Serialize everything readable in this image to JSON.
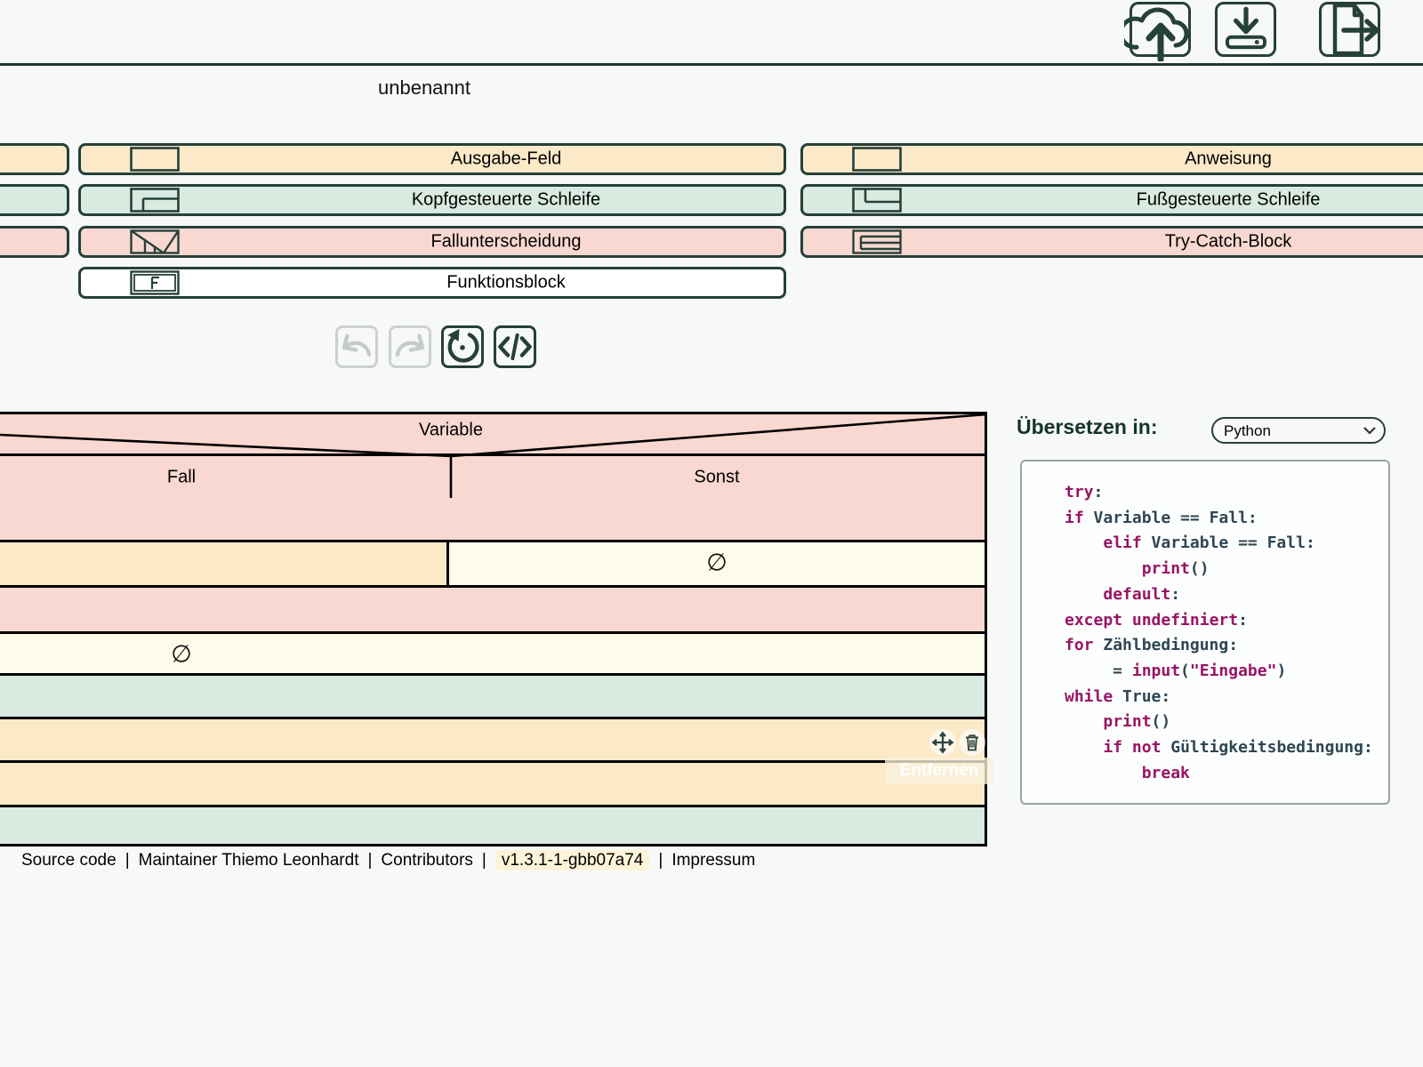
{
  "colors": {
    "accent_dark": "#26403a",
    "band_pink": "#f8d8d0",
    "band_orange": "#fbe9c8",
    "band_green": "#d9eae0",
    "band_cream": "#fdfbe9",
    "keyword": "#991465",
    "code_text": "#2e4653",
    "version_highlight": "#fdf3d8"
  },
  "header": {
    "title": "unbenannt",
    "actions": [
      {
        "icon": "cloud-upload-icon"
      },
      {
        "icon": "download-icon"
      },
      {
        "icon": "file-export-icon"
      }
    ]
  },
  "palette": {
    "left_fragments": [
      {
        "color": "#fbe9c8"
      },
      {
        "color": "#d9eae0"
      },
      {
        "color": "#f8d8d0"
      }
    ],
    "middle": [
      {
        "label": "Ausgabe-Feld",
        "color": "#fbe9c8",
        "icon": "output-field-icon"
      },
      {
        "label": "Kopfgesteuerte Schleife",
        "color": "#d9eae0",
        "icon": "head-loop-icon"
      },
      {
        "label": "Fallunterscheidung",
        "color": "#f8d8d0",
        "icon": "case-icon"
      },
      {
        "label": "Funktionsblock",
        "color": "#ffffff",
        "icon": "function-block-icon"
      }
    ],
    "right": [
      {
        "label": "Anweisung",
        "color": "#fbe9c8",
        "icon": "statement-icon"
      },
      {
        "label": "Fußgesteuerte Schleife",
        "color": "#d9eae0",
        "icon": "foot-loop-icon"
      },
      {
        "label": "Try-Catch-Block",
        "color": "#f8d8d0",
        "icon": "try-catch-icon"
      }
    ]
  },
  "toolbar": [
    {
      "icon": "undo-icon",
      "enabled": false
    },
    {
      "icon": "redo-icon",
      "enabled": false
    },
    {
      "icon": "reset-icon",
      "enabled": true
    },
    {
      "icon": "code-view-icon",
      "enabled": true
    }
  ],
  "diagram": {
    "case": {
      "variable": "Variable",
      "case_label": "Fall",
      "else_label": "Sonst"
    },
    "empty_symbol": "∅",
    "tooltip": "Entfernen"
  },
  "translate": {
    "label": "Übersetzen in:",
    "selected": "Python"
  },
  "code": {
    "lines": [
      [
        {
          "c": "k",
          "t": "try"
        },
        {
          "c": "p",
          "t": ":"
        }
      ],
      [
        {
          "c": "k",
          "t": "if"
        },
        {
          "c": "p",
          "t": " Variable == Fall:"
        }
      ],
      [
        {
          "c": "p",
          "t": "    "
        },
        {
          "c": "k",
          "t": "elif"
        },
        {
          "c": "p",
          "t": " Variable == Fall:"
        }
      ],
      [
        {
          "c": "p",
          "t": "        "
        },
        {
          "c": "k",
          "t": "print"
        },
        {
          "c": "p",
          "t": "()"
        }
      ],
      [
        {
          "c": "p",
          "t": "    "
        },
        {
          "c": "k",
          "t": "default"
        },
        {
          "c": "p",
          "t": ":"
        }
      ],
      [
        {
          "c": "k",
          "t": "except"
        },
        {
          "c": "p",
          "t": " "
        },
        {
          "c": "k",
          "t": "undefiniert"
        },
        {
          "c": "p",
          "t": ":"
        }
      ],
      [
        {
          "c": "k",
          "t": "for"
        },
        {
          "c": "p",
          "t": " Zählbedingung:"
        }
      ],
      [
        {
          "c": "p",
          "t": "     = "
        },
        {
          "c": "k",
          "t": "input"
        },
        {
          "c": "p",
          "t": "("
        },
        {
          "c": "k",
          "t": "\"Eingabe\""
        },
        {
          "c": "p",
          "t": ")"
        }
      ],
      [
        {
          "c": "k",
          "t": "while"
        },
        {
          "c": "p",
          "t": " True:"
        }
      ],
      [
        {
          "c": "p",
          "t": "    "
        },
        {
          "c": "k",
          "t": "print"
        },
        {
          "c": "p",
          "t": "()"
        }
      ],
      [
        {
          "c": "p",
          "t": "    "
        },
        {
          "c": "k",
          "t": "if"
        },
        {
          "c": "p",
          "t": " "
        },
        {
          "c": "k",
          "t": "not"
        },
        {
          "c": "p",
          "t": " Gültigkeitsbedingung:"
        }
      ],
      [
        {
          "c": "p",
          "t": "        "
        },
        {
          "c": "k",
          "t": "break"
        }
      ]
    ]
  },
  "footer": {
    "separator": "|",
    "items": [
      {
        "label": "Source code",
        "link": true,
        "badge": false
      },
      {
        "label": "Maintainer Thiemo Leonhardt",
        "link": false,
        "badge": false
      },
      {
        "label": "Contributors",
        "link": true,
        "badge": false
      },
      {
        "label": "v1.3.1-1-gbb07a74",
        "link": true,
        "badge": true
      },
      {
        "label": "Impressum",
        "link": true,
        "badge": false
      }
    ]
  }
}
